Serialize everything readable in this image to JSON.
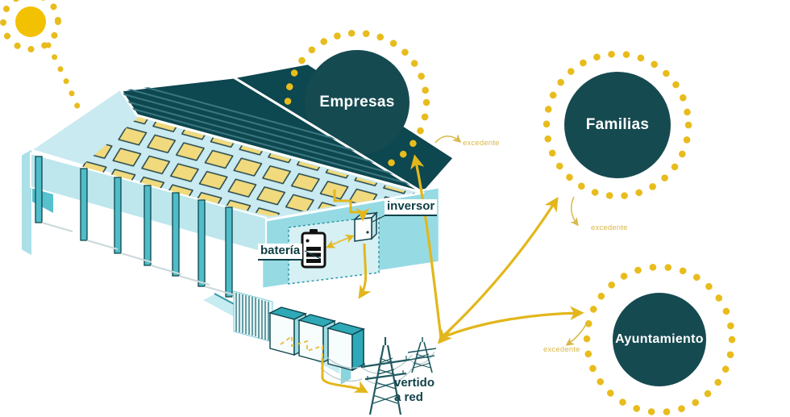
{
  "consumers": [
    {
      "id": "empresas",
      "label": "Empresas"
    },
    {
      "id": "familias",
      "label": "Familias"
    },
    {
      "id": "ayuntamiento",
      "label": "Ayuntamiento"
    }
  ],
  "equipment": {
    "inverter_label": "inversor",
    "battery_label": "batería"
  },
  "grid_feed": {
    "line1": "vertido",
    "line2": "a red"
  },
  "surplus_label": "excedente",
  "colors": {
    "accent_gold": "#e2b71c",
    "sun_gold": "#f2c101",
    "node_teal": "#164a51",
    "roof_dark": "#0d474f",
    "panel_yellow": "#f0da7d",
    "wall_light": "#bde7ed",
    "label_dark": "#11424a"
  }
}
